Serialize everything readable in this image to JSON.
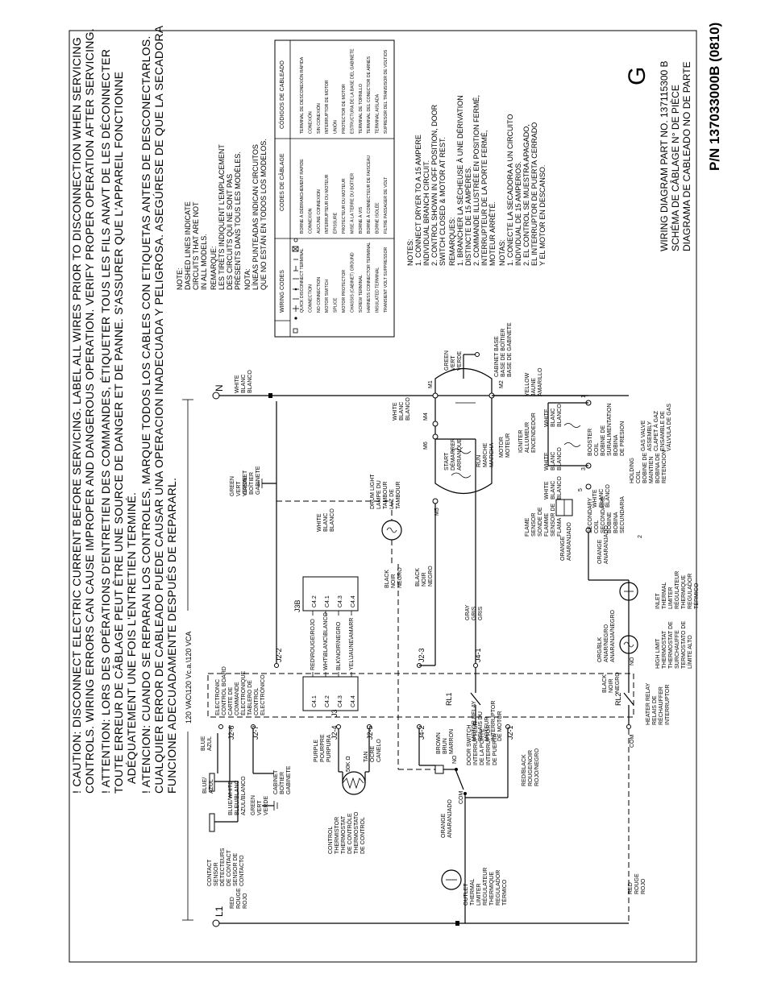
{
  "caution": {
    "en": [
      "! CAUTION:  DISCONNECT ELECTRIC CURRENT BEFORE SERVICING. LABEL ALL WIRES PRIOR TO DISCONNECTION WHEN SERVICING",
      "CONTROLS. WIRING ERRORS CAN CAUSE IMPROPER AND DANGEROUS OPERATION. VERIFY PROPER OPERATION AFTER SERVICING."
    ],
    "fr": [
      "! ATTENTION: LORS DES OPÉRATIONS D'ENTRETIEN DES COMMANDES, ÉTIQUETER TOUS LES FILS ANAVT DE LES DÉCONNECTER",
      "TOUTE ERREUR DE CÂBLAGE PEUT ÊTRE UNE SOURCE DE DANGER ET DE PANNE. S'ASSURER QUE L'APPAREIL FONCTIONNE",
      "ADÉQUATEMENT UNE FOIS L'ENTRETIEN TERMINÉ."
    ],
    "es": [
      "! ATENCION: CUANDO SE REPARAN LOS CONTROLES, MARQUE TODOS LOS CABLES CON ETIQUETAS ANTES DE DESCONECTARLOS.",
      "CUALQUIER ERROR DE CABLEADO PUEDE CAUSAR UNA OPERACION INADECUADA Y PELIGROSA. ASEGÚRESE DE QUE LA SECADORA",
      "FUNCIONE ADECUADAMENTE DESPUÉS DE REPARARL."
    ]
  },
  "notes_dashed": [
    "NOTE:",
    "DASHED LINES INDICATE",
    "CIRCUITS THAT ARE NOT",
    "IN ALL MODELS.",
    "REMARQUE:",
    "LES TIRETS INDIQUENT L'EMPLACEMENT",
    "DES CIRCUITS QUI NE SONT PAS",
    "PRÉSENTS DANS TOUS LES MODÈLES.",
    "NOTA:",
    "LÍNEAS PUNTEADAS INDICAN CIRCUITOS",
    "QUE NO ESTÁN EN TODOS LOS MODELOS."
  ],
  "codes_table": {
    "headers": [
      "WIRING CODES",
      "CODES DE CÂBLAGE",
      "CÓDIGOS DE CABLEADO"
    ],
    "rows": [
      [
        "QUICK DISCONNECT TERMINAL",
        "BORNE À DÉBRANCHEMENT RAPIDE",
        "TERMINAL DE DESCONEXIÓN RÁPIDA"
      ],
      [
        "CONNECTION",
        "CONNEXION",
        "CONEXIÓN"
      ],
      [
        "NO CONNECTION",
        "AUCUNE CONNEXION",
        "SIN CONEXIÓN"
      ],
      [
        "MOTOR SWITCH",
        "INTERRUPTEUR DU MOTEUR",
        "INTERRUPTOR DE MOTOR"
      ],
      [
        "SPLICE",
        "ÉPISSURE",
        "UNIÓN"
      ],
      [
        "MOTOR PROTECTOR",
        "PROTECTEUR DU MOTEUR",
        "PROTECTOR DE MOTOR"
      ],
      [
        "CHASSIS (CABINET) GROUND",
        "MISE À LA TERRE DU BOÎTIER",
        "ESTRUCTURA DE LA BASE DEL GABINETE"
      ],
      [
        "SCREW TERMINAL",
        "BORNE À VIS",
        "TERMINAL DE TORNILLO"
      ],
      [
        "HARNESS CONNECTOR TERMINAL",
        "BORNE À CONNECTEUR DE FAISCEAU",
        "TERMINAL DEL CONECTOR DE ARNÉS"
      ],
      [
        "INSULATED TERMINAL",
        "BORNE ISOLÉE",
        "TERMINAL AISLADA"
      ],
      [
        "TRANSIENT VOLT SUPPRESSOR",
        "FILTRE PASSAGER DE VOLT",
        "SUPRESOR DEL TRANSISOR DE VOLTIOS"
      ]
    ]
  },
  "notes_bottom": [
    "NOTES:",
    "1.  CONNECT DRYER TO A 15 AMPERE",
    "    INDIVIDUAL BRANCH CIRCUIT.",
    "2.  CONTROL SHOWN IN OFF POSITION, DOOR",
    "    SWITCH CLOSED & MOTOR AT REST.",
    "REMARQUES:",
    "1.  BRANCHER LA SÉCHEUSE À UNE DÉRIVATION",
    "    DISTINCTE DE 15 AMPÈRES.",
    "2.  COMMANDE ILLUSTRÉE EN POSITION FERMÉ,",
    "    INTERRUPTEUR DE LA PORTE FERMÉ,",
    "    MOTEUR ARRÊTÉ.",
    "NOTAS:",
    "1.  CONECTE LA SECADORA A UN CIRCUITO",
    "    INDIVIDUAL DE 15 AMPERIOS.",
    "2.  EL CONTROL SE MUESTRA APAGADO,",
    "    EL INTERRUPTOR DE PUERTA CERRADO",
    "    Y EL MOTOR EN DESCANSO."
  ],
  "title_block": {
    "line1": "WIRING DIAGRAM PART NO.   137115300  B",
    "line2": "SCHÉMA DE CÂBLAGE N° DE PIÈCE",
    "line3": "DIAGRAMA DE CABLEADO NO DE PARTE",
    "revision": "G",
    "pn": "P/N 137033000B (0810)"
  },
  "supply": {
    "voltage": "120 VAC\\120 Vc.a.\\120 VCA",
    "l1": "L1",
    "n": "N",
    "l1_color": [
      "RED",
      "ROUGE",
      "ROJO"
    ],
    "n_color": [
      "WHITE",
      "BLANC",
      "BLANCO"
    ]
  },
  "components": {
    "contact_sensor": [
      "CONTACT",
      "SENSOR",
      "DÉTECTEURS",
      "DE CONTACT",
      "SENSOR DE",
      "CONTACTO"
    ],
    "outlet_thermal": [
      "OUTLET",
      "THERMAL",
      "LIMITER",
      "RÉGULATEUR",
      "THERMIQUE",
      "REGULADOR",
      "TÉRMICO"
    ],
    "control_thermistor": [
      "CONTROL",
      "THERMISTOR",
      "THERMOSTAT",
      "DE CONTRÔLE",
      "THERMOSTATO",
      "DE CONTROL"
    ],
    "thermistor_value": "50K Ω",
    "door_switch": [
      "DOOR SWITCH",
      "INTERRUPTEUR",
      "DE LA PORTE",
      "INTERRUPTOR",
      "DE PUERTA"
    ],
    "ecb": [
      "ELECTRONIC",
      "CONTROL BOARD",
      "CARTE DE",
      "COMMANDE",
      "ÉLECTRONIQUE",
      "TABLERO DE",
      "CONTROL",
      "ELECTRÓNICO"
    ],
    "motor_relay": [
      "MOTOR RELAY",
      "RELAIS DU",
      "MOTEUR",
      "INTERRUPTOR",
      "DE MOTOR"
    ],
    "heater_relay": [
      "HEATER RELAY",
      "RELAIS DE",
      "RÉCHAUFFER",
      "INTERRUPTOR"
    ],
    "drum_light": [
      "DRUM LIGHT",
      "LAMPE DU",
      "TAMBOUR",
      "LUZ DE",
      "TAMBOUR"
    ],
    "motor": [
      "MOTOR",
      "MOTEUR"
    ],
    "start": [
      "START",
      "DÉMARRER",
      "ARRANQUE"
    ],
    "run": [
      "RUN",
      "MARCHE",
      "MARCHA"
    ],
    "igniter": [
      "IGNITER",
      "ALLUMEUR",
      "ENCENDEDOR"
    ],
    "booster_coil": [
      "BOOSTER",
      "COIL",
      "BOBINE DE",
      "SURALIMENTATION",
      "BOBINA",
      "DE PRESION"
    ],
    "holding_coil": [
      "HOLDING",
      "COIL",
      "BOBINE DE",
      "MAINTIEN",
      "BOBINA DE",
      "RETENCION"
    ],
    "secondary_coil": [
      "SECONDARY",
      "COIL",
      "SECONDAIRE",
      "BOBINE",
      "BOBINA",
      "SECUNDARIA"
    ],
    "flame_sensor": [
      "FLAME",
      "SENSOR",
      "SONDE DE",
      "FLAMME",
      "SENSOR DE",
      "FLAMA"
    ],
    "gas_valve": [
      "GAS VALVE",
      "ASSEMBLY",
      "CLAPET À GAZ",
      "ENSAMBLE DE",
      "VÁLVULA DE GAS"
    ],
    "high_limit": [
      "HIGH LIMIT",
      "THERMOSTAT",
      "THERMOSTAT DE",
      "SURCHAUFFE",
      "TERMOSTATO DE",
      "LÍMITE ALTO"
    ],
    "inlet_thermal": [
      "INLET",
      "THERMAL",
      "LIMITER",
      "RÉGULATEUR",
      "THERMIQUE",
      "REGULADOR",
      "TÉRMICO"
    ],
    "cabinet_base": [
      "CABINET BASE",
      "BASE DE BOÎTIER",
      "BASE DE GABINETE"
    ],
    "cabinet_ground": [
      "CABINET",
      "BOÎTIER",
      "GABINETE"
    ]
  },
  "connectors": {
    "j3": "J3",
    "j3b": "J3B",
    "j3_pins": [
      "C4.1",
      "C4.2",
      "C4.3",
      "C4.4"
    ],
    "j3b_pins": [
      "C4.2",
      "C4.1",
      "C4.3",
      "C4.4"
    ],
    "harness_colors": [
      "RED\\ROUGE\\ROJO",
      "WHT\\BLANC\\BLANCO",
      "BLK\\NOIR\\NEGRO",
      "YEL\\JAUNE\\AMARR"
    ],
    "labels": [
      "J2-6",
      "J2-7",
      "J2-4",
      "J2-5",
      "J2-2",
      "J2-3",
      "J4-1",
      "J4-2",
      "J2-1",
      "RL1",
      "RL2",
      "M1",
      "M2",
      "M4",
      "M5",
      "M6",
      "NO",
      "COM",
      "COM",
      "NO",
      "1",
      "2",
      "3",
      "5"
    ]
  },
  "wire_colors": {
    "blue": [
      "BLUE",
      "AZUL"
    ],
    "blue2": [
      "BLUE/",
      "AZUL"
    ],
    "blue_white": [
      "BLUE/WHITE",
      "BLEU/BLANC",
      "AZUL/BLANCO"
    ],
    "green": [
      "GREEN",
      "VERT",
      "VERDE"
    ],
    "purple": [
      "PURPLE",
      "POURPRE",
      "PURPURA"
    ],
    "tan": [
      "TAN",
      "OCRE",
      "CANELO"
    ],
    "brown": [
      "BROWN",
      "BRUN",
      "MARRON"
    ],
    "red_black": [
      "RED/BLACK",
      "ROUGE/NOIR",
      "ROJO/NEGRO"
    ],
    "orange": [
      "ORANGE",
      "ANARANJADO"
    ],
    "black": [
      "BLACK",
      "NOIR",
      "NEGRO"
    ],
    "gray": [
      "GRAY",
      "GRIS",
      "GRIS"
    ],
    "white": [
      "WHITE",
      "BLANC",
      "BLANCO"
    ],
    "yellow": [
      "YELLOW",
      "JAUNE",
      "AMARILLO"
    ],
    "org_blk": [
      "ORG/BLK",
      "ANAR/NEGRO",
      "ANARANJA/NEGRO"
    ],
    "red_end": [
      "RED",
      "ROUGE",
      "ROJO"
    ]
  }
}
